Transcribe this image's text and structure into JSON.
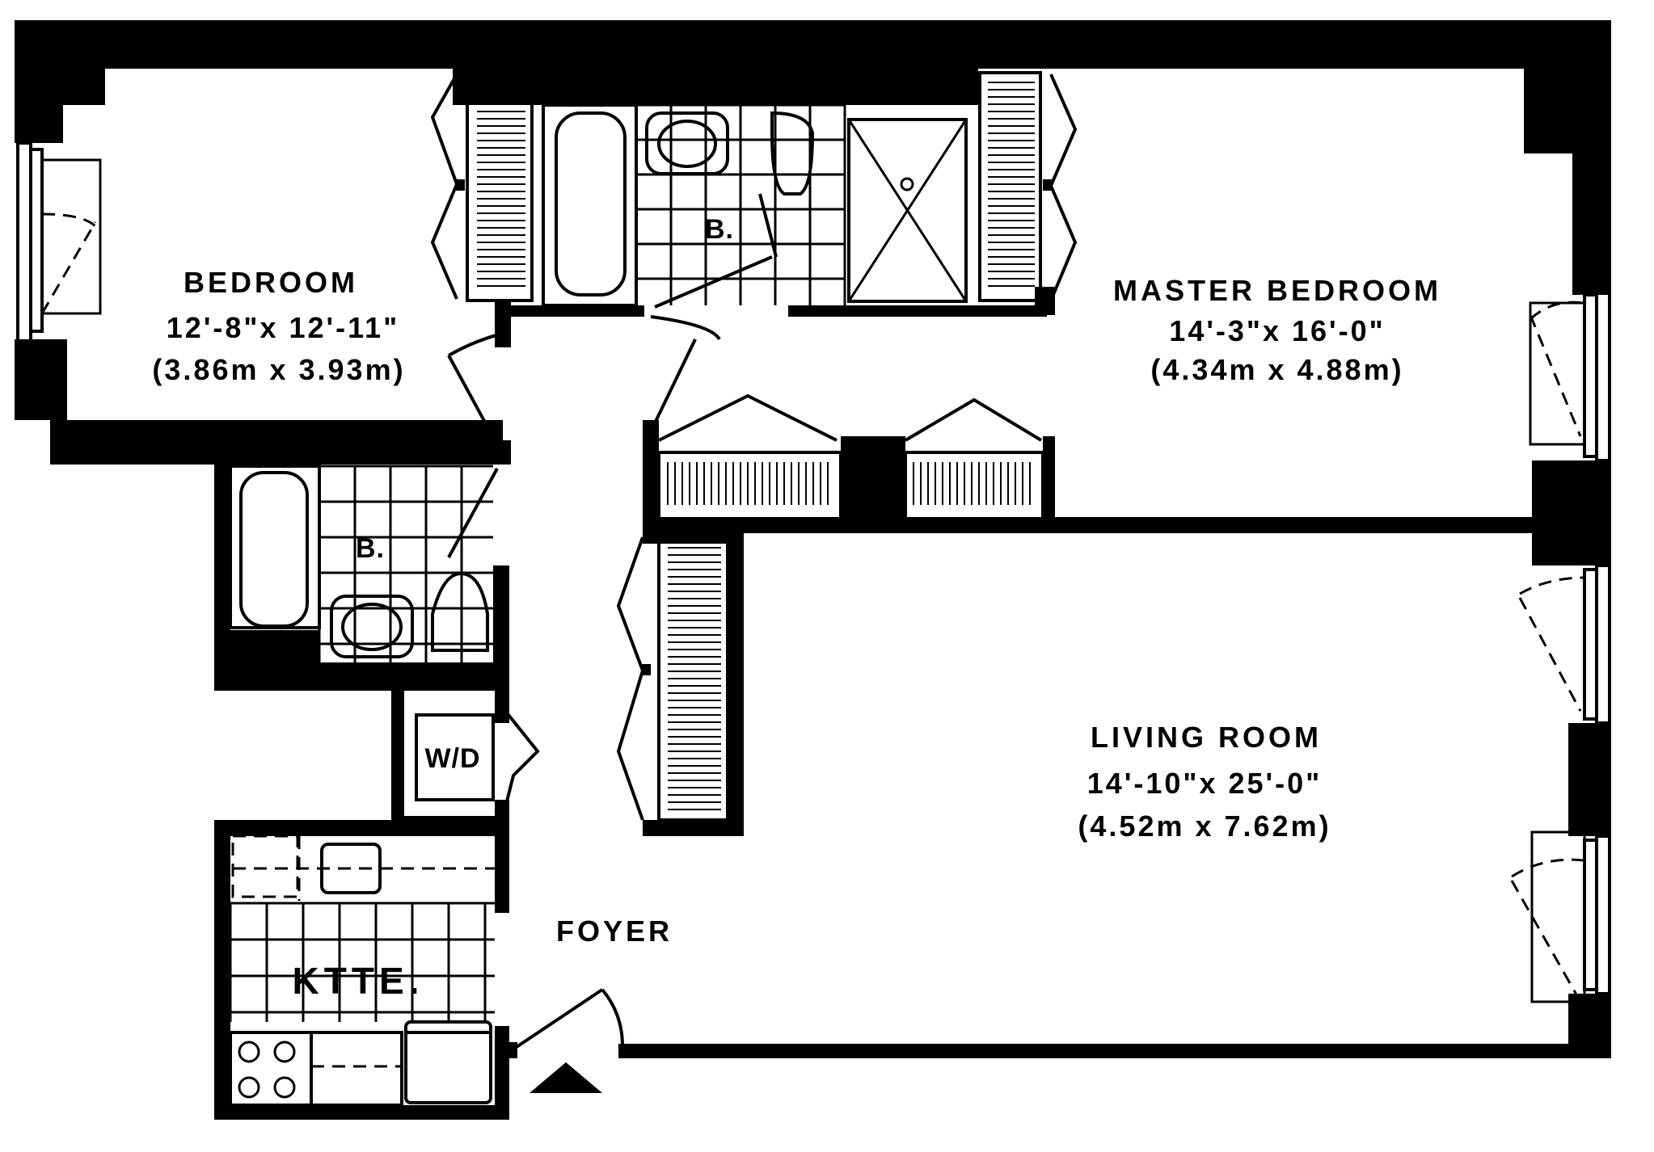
{
  "rooms": {
    "bedroom": {
      "name": "BEDROOM",
      "dim_imperial": "12'-8\"x 12'-11\"",
      "dim_metric": "(3.86m x 3.93m)"
    },
    "master_bedroom": {
      "name": "MASTER BEDROOM",
      "dim_imperial": "14'-3\"x 16'-0\"",
      "dim_metric": "(4.34m x 4.88m)"
    },
    "living_room": {
      "name": "LIVING ROOM",
      "dim_imperial": "14'-10\"x 25'-0\"",
      "dim_metric": "(4.52m x 7.62m)"
    },
    "foyer": {
      "name": "FOYER"
    },
    "kitchenette": {
      "name": "KTTE."
    },
    "bath_upper": {
      "name": "B."
    },
    "bath_lower": {
      "name": "B."
    },
    "laundry": {
      "name": "W/D"
    }
  },
  "entry_marker": "entrance-arrow"
}
